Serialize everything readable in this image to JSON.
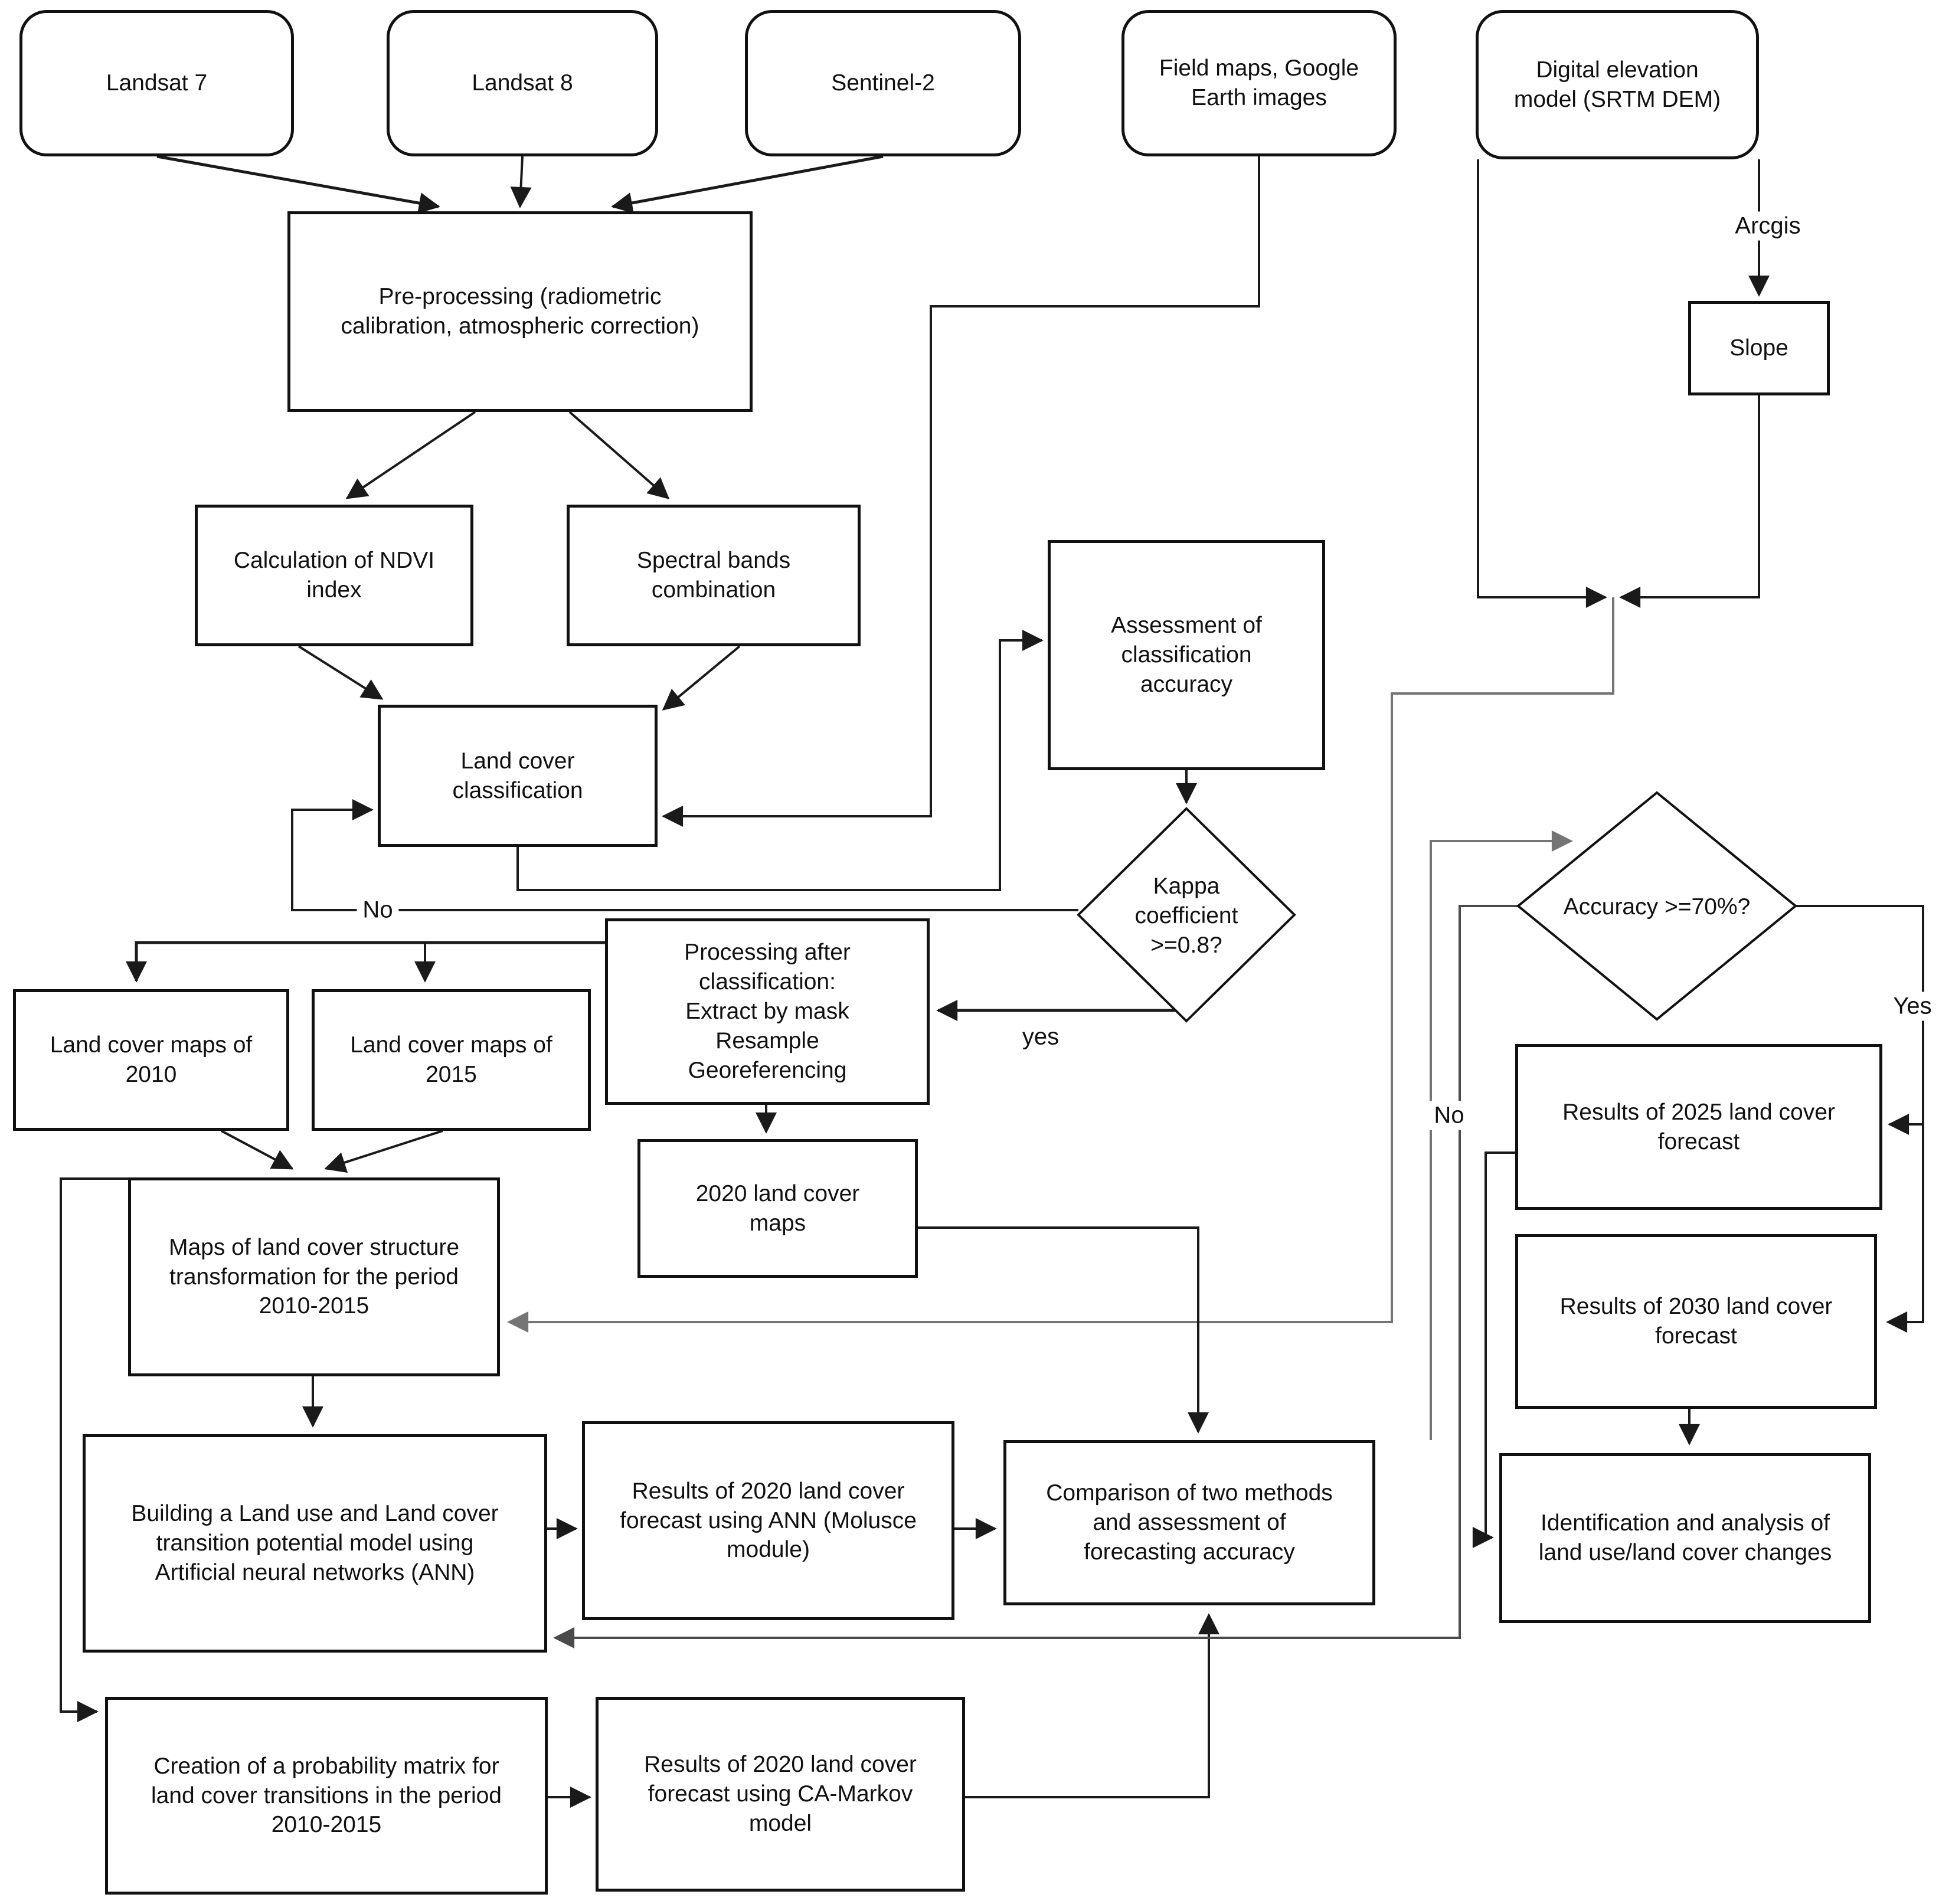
{
  "diagram": {
    "nodes": {
      "landsat7": {
        "label": "Landsat 7"
      },
      "landsat8": {
        "label": "Landsat 8"
      },
      "sentinel2": {
        "label": "Sentinel-2"
      },
      "fieldmaps": {
        "label": "Field maps, Google\nEarth images"
      },
      "dem": {
        "label": "Digital elevation\nmodel (SRTM DEM)"
      },
      "preprocessing": {
        "label": "Pre-processing (radiometric\ncalibration, atmospheric correction)"
      },
      "slope": {
        "label": "Slope"
      },
      "ndvi": {
        "label": "Calculation of NDVI\nindex"
      },
      "spectral": {
        "label": "Spectral bands\ncombination"
      },
      "classification": {
        "label": "Land cover\nclassification"
      },
      "assessment": {
        "label": "Assessment of\nclassification\naccuracy"
      },
      "kappa": {
        "label": "Kappa\ncoefficient\n>=0.8?"
      },
      "processing": {
        "label": "Processing after\nclassification:\nExtract by mask\nResample\nGeoreferencing"
      },
      "maps2010": {
        "label": "Land cover maps of\n2010"
      },
      "maps2015": {
        "label": "Land cover maps of\n2015"
      },
      "maps2020": {
        "label": "2020 land cover\nmaps"
      },
      "accuracy": {
        "label": "Accuracy >=70%?"
      },
      "res2025": {
        "label": "Results of 2025 land cover\nforecast"
      },
      "res2030": {
        "label": "Results of 2030 land cover\nforecast"
      },
      "mapstransform": {
        "label": "Maps of land cover structure\ntransformation for the period\n2010-2015"
      },
      "annmodel": {
        "label": "Building a Land use and Land cover\ntransition potential model using\nArtificial neural networks (ANN)"
      },
      "annforecast": {
        "label": "Results of 2020 land cover\nforecast using ANN (Molusce\nmodule)"
      },
      "comparison": {
        "label": "Comparison of two methods\nand assessment of\nforecasting accuracy"
      },
      "identification": {
        "label": "Identification and analysis of\nland use/land cover changes"
      },
      "creation": {
        "label": "Creation of a probability matrix for\nland cover transitions in the period\n2010-2015"
      },
      "camarkov": {
        "label": "Results of 2020 land cover\nforecast using CA-Markov\nmodel"
      }
    },
    "edge_labels": {
      "arcgis": "Arcgis",
      "kappa_no": "No",
      "kappa_yes": "yes",
      "accuracy_yes": "Yes",
      "accuracy_no": "No"
    },
    "colors": {
      "line": "#1a1a1a",
      "gray_line": "#757575",
      "dark_gray_line": "#4a4a4a"
    }
  }
}
